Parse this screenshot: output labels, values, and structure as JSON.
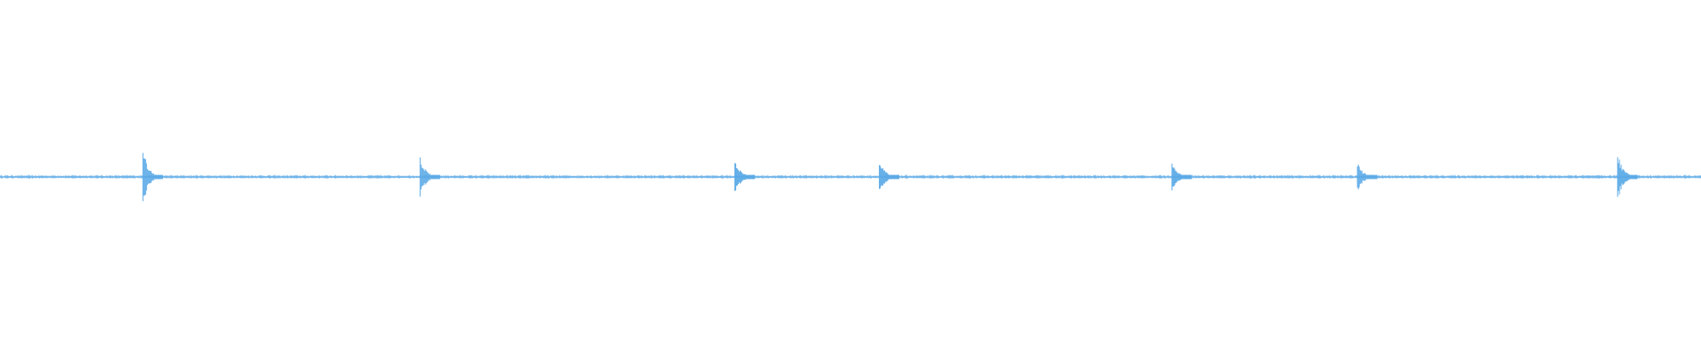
{
  "waveform": {
    "color": "#5aa9e6",
    "background": "#ffffff",
    "duration_fraction_range": [
      0,
      1
    ],
    "transients": [
      {
        "label": "",
        "position": 0.084,
        "amplitude": 0.085
      },
      {
        "label": "",
        "position": 0.247,
        "amplitude": 0.06
      },
      {
        "label": "",
        "position": 0.432,
        "amplitude": 0.055
      },
      {
        "label": "",
        "position": 0.517,
        "amplitude": 0.055
      },
      {
        "label": "",
        "position": 0.689,
        "amplitude": 0.045
      },
      {
        "label": "",
        "position": 0.798,
        "amplitude": 0.045
      },
      {
        "label": "",
        "position": 0.951,
        "amplitude": 0.07
      }
    ],
    "noise_amplitude": 0.006
  }
}
